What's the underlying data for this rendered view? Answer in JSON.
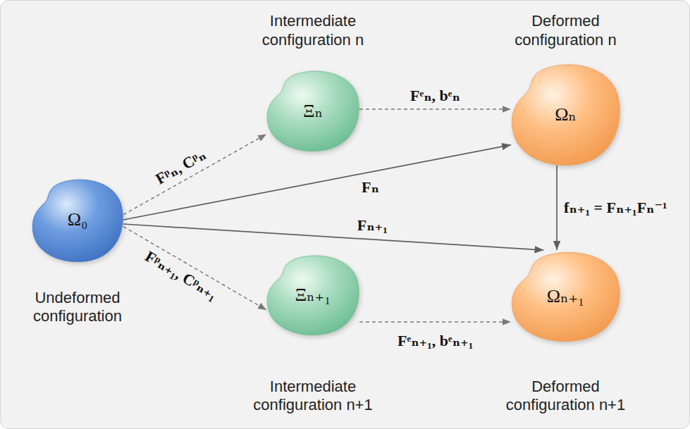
{
  "diagram": {
    "nodes": [
      {
        "text": [
          "Ω₀",
          "Undeformed configuration"
        ]
      },
      {
        "text": [
          "Intermediate configuration n",
          "Ξₙ"
        ]
      },
      {
        "text": [
          "Deformed configuration n",
          "Ωₙ"
        ]
      },
      {
        "text": [
          "Ξₙ₊₁",
          "Intermediate configuration n+1"
        ]
      },
      {
        "text": [
          "Ωₙ₊₁",
          "Deformed configuration n+1"
        ]
      }
    ],
    "edges": [
      {
        "from": 0,
        "to": 1,
        "label": "Fᵖₙ, Cᵖₙ",
        "arrow": "to"
      },
      {
        "from": 1,
        "to": 2,
        "label": "Fᵉₙ, bᵉₙ",
        "arrow": "to"
      },
      {
        "from": 0,
        "to": 2,
        "label": "Fₙ",
        "arrow": "to"
      },
      {
        "from": 0,
        "to": 4,
        "label": "Fₙ₊₁",
        "arrow": "to"
      },
      {
        "from": 2,
        "to": 4,
        "label": "fₙ₊₁ = Fₙ₊₁Fₙ⁻¹",
        "arrow": "to"
      },
      {
        "from": 0,
        "to": 3,
        "label": "Fᵖₙ₊₁, Cᵖₙ₊₁",
        "arrow": "to"
      },
      {
        "from": 3,
        "to": 4,
        "label": "Fᵉₙ₊₁, bᵉₙ₊₁",
        "arrow": "to"
      }
    ]
  }
}
